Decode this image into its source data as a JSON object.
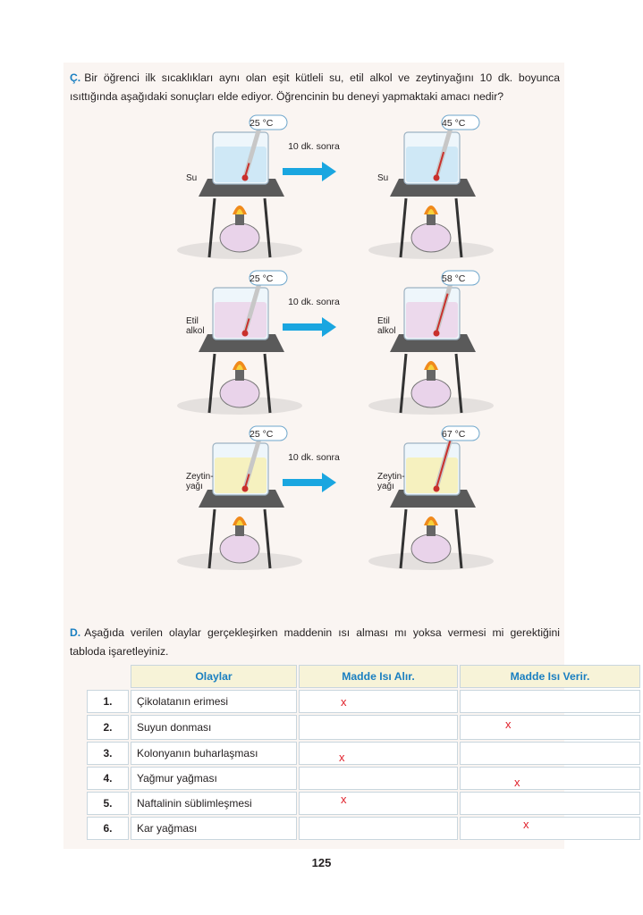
{
  "question_c": {
    "letter": "Ç.",
    "text": "Bir öğrenci ilk sıcaklıkları aynı olan eşit kütleli su, etil alkol ve zeytinyağını 10 dk. boyunca ısıttığında aşağıdaki sonuçları elde ediyor. Öğrencinin bu deneyi yapmaktaki amacı nedir?"
  },
  "experiments": [
    {
      "liquid_label_line1": "Su",
      "liquid_label_line2": "",
      "start_temp": "25 °C",
      "end_temp": "45 °C",
      "arrow_label": "10 dk. sonra",
      "liquid_color": "#cfe8f6",
      "end_level": 0.45
    },
    {
      "liquid_label_line1": "Etil",
      "liquid_label_line2": "alkol",
      "start_temp": "25 °C",
      "end_temp": "58 °C",
      "arrow_label": "10 dk. sonra",
      "liquid_color": "#ecd9ec",
      "end_level": 0.7
    },
    {
      "liquid_label_line1": "Zeytin-",
      "liquid_label_line2": "yağı",
      "start_temp": "25 °C",
      "end_temp": "67 °C",
      "arrow_label": "10 dk. sonra",
      "liquid_color": "#f6f1bf",
      "end_level": 0.85
    }
  ],
  "question_d": {
    "letter": "D.",
    "text": "Aşağıda verilen olaylar gerçekleşirken maddenin ısı alması mı yoksa vermesi mi gerektiğini tabloda işaretleyiniz."
  },
  "table": {
    "headers": [
      "Olaylar",
      "Madde Isı Alır.",
      "Madde Isı Verir."
    ],
    "rows": [
      {
        "num": "1.",
        "event": "Çikolatanın erimesi",
        "alir": "x",
        "verir": ""
      },
      {
        "num": "2.",
        "event": "Suyun donması",
        "alir": "",
        "verir": "x"
      },
      {
        "num": "3.",
        "event": "Kolonyanın buharlaşması",
        "alir": "x",
        "verir": ""
      },
      {
        "num": "4.",
        "event": "Yağmur yağması",
        "alir": "",
        "verir": "x"
      },
      {
        "num": "5.",
        "event": "Naftalinin süblimleşmesi",
        "alir": "x",
        "verir": ""
      },
      {
        "num": "6.",
        "event": "Kar yağması",
        "alir": "",
        "verir": "x"
      }
    ]
  },
  "page_number": "125",
  "colors": {
    "accent_blue": "#1a7fc1",
    "mark_red": "#e0212b",
    "arrow_cyan": "#1aa6e0"
  }
}
